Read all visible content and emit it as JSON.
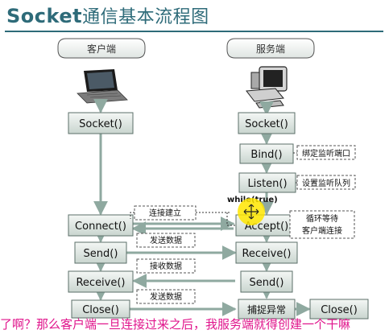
{
  "title": {
    "bold": "Socket",
    "rest": "通信基本流程图"
  },
  "client_label": "客户端",
  "server_label": "服务端",
  "client_boxes": [
    "Socket()",
    "Connect()",
    "Send()",
    "Receive()",
    "Close()"
  ],
  "server_boxes": [
    "Socket()",
    "Bind()",
    "Listen()",
    "Accept()",
    "Receive()",
    "Send()",
    "捕捉异常",
    "Close()"
  ],
  "notes": {
    "bind": "绑定监听端口",
    "listen": "设置监听队列",
    "accept": [
      "循环等待",
      "客户端连接"
    ],
    "while": "while(true)",
    "connect": "连接建立",
    "send": "发送数据",
    "recv": "接收数据",
    "send2": "发送数据"
  },
  "subtitle": "了啊？那么客户端一旦连接过来之后，我服务端就得创建一个干嘛"
}
